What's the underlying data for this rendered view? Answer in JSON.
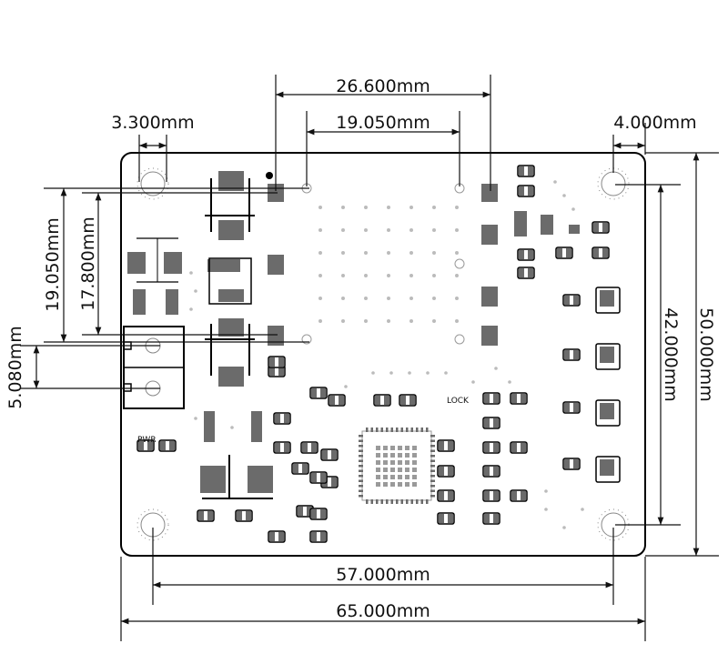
{
  "dimensions": {
    "d_26_6": "26.600mm",
    "d_19_05_top": "19.050mm",
    "d_3_3": "3.300mm",
    "d_4_0": "4.000mm",
    "d_19_05_left": "19.050mm",
    "d_17_8": "17.800mm",
    "d_5_08": "5.080mm",
    "d_42_0": "42.000mm",
    "d_50_0": "50.000mm",
    "d_57_0": "57.000mm",
    "d_65_0": "65.000mm"
  },
  "labels": {
    "pwr": "PWR",
    "lock": "LOCK"
  },
  "colors": {
    "pad": "#6b6b6b",
    "outline": "#000000",
    "board_fill": "#ffffff"
  }
}
